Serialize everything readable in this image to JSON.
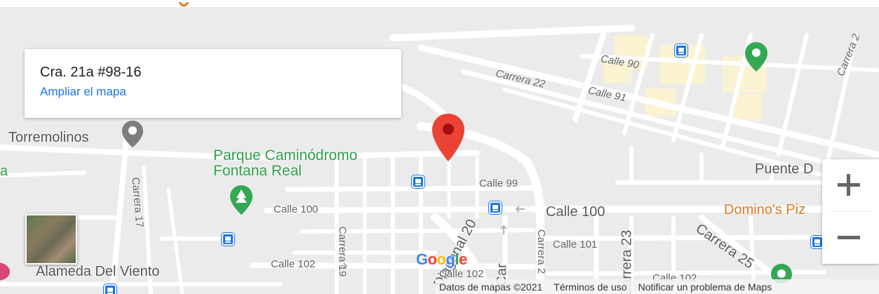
{
  "info_card": {
    "address": "Cra. 21a #98-16",
    "link_label": "Ampliar el mapa"
  },
  "map_labels": {
    "street_calle_90": "Calle 90",
    "street_carrera_22": "Carrera 22",
    "street_calle_91": "Calle 91",
    "street_carrera_2": "Carrera 2",
    "street_calle_99": "Calle 99",
    "street_calle_100_left": "Calle 100",
    "street_calle_100_right": "Calle 100",
    "street_carrera_17": "Carrera 17",
    "street_carrera_19": "Carrera 19",
    "street_diagonal_20": "Diagonal 20",
    "street_carrera_2_mid": "Carrera 2",
    "street_calle_101": "Calle 101",
    "street_carrera_23": "Carrera 23",
    "street_carrera_25": "Carrera 25",
    "street_calle_102_left": "Calle 102",
    "street_calle_102_mid": "Calle 102",
    "street_calle_102_right": "Calle 102",
    "street_car": "Car",
    "poi_torremolinos": "Torremolinos",
    "poi_parque_line1": "Parque Caminódromo",
    "poi_parque_line2": "Fontana Real",
    "poi_puente": "Puente D",
    "poi_dominos": "Domino's Piz",
    "poi_alameda": "Alameda Del Viento",
    "edge_fragment_a": "a"
  },
  "google_logo": {
    "letters": [
      "G",
      "o",
      "o",
      "g",
      "l",
      "e"
    ],
    "colors": [
      "#4285F4",
      "#EA4335",
      "#FBBC05",
      "#4285F4",
      "#34A853",
      "#EA4335"
    ]
  },
  "footer": {
    "map_data": "Datos de mapas ©2021",
    "terms": "Términos de uso",
    "report": "Notificar un problema de Maps"
  },
  "colors": {
    "marker_red": "#EA4335",
    "marker_green": "#34A853",
    "bus_blue": "#1a73e8",
    "link_blue": "#1a73e8",
    "map_background": "#ebebeb",
    "block_yellow": "#fbf2d2"
  }
}
